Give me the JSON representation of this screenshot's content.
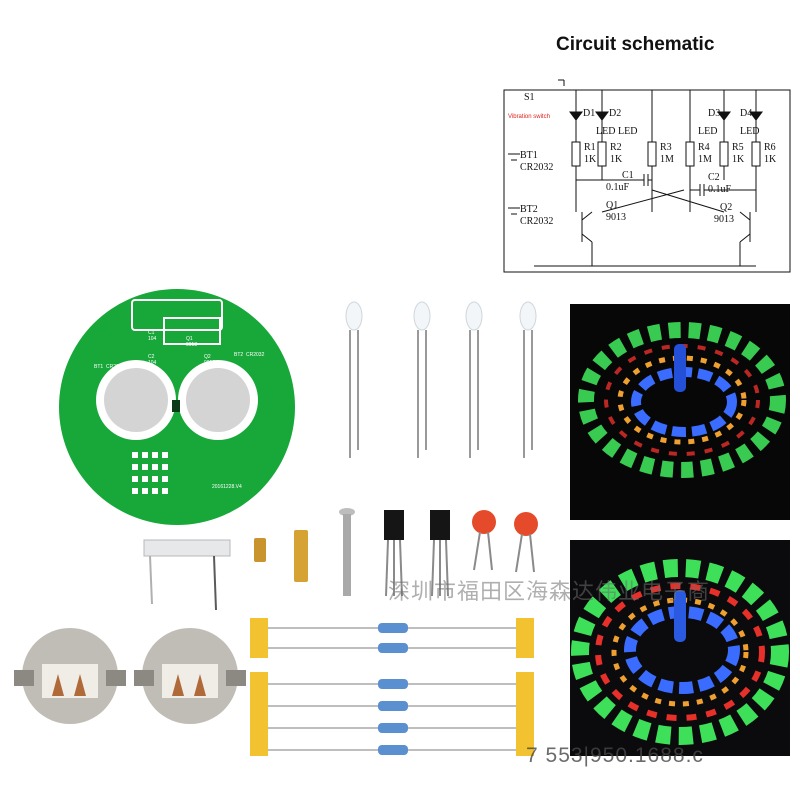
{
  "schematic": {
    "title": "Circuit schematic",
    "labels": {
      "s1": "S1",
      "vibration_switch": "Vibration switch",
      "d1": "D1",
      "d2": "D2",
      "d3": "D3",
      "d4": "D4",
      "led1": "LED",
      "led2": "LED",
      "led3": "LED",
      "led4": "LED",
      "r1": "R1",
      "r2": "R2",
      "r3": "R3",
      "r4": "R4",
      "r5": "R5",
      "r6": "R6",
      "r1_val": "1K",
      "r2_val": "1K",
      "r3_val": "1M",
      "r4_val": "1M",
      "r5_val": "1K",
      "r6_val": "1K",
      "c1": "C1",
      "c2": "C2",
      "c1_val": "0.1uF",
      "c2_val": "0.1uF",
      "q1": "Q1",
      "q2": "Q2",
      "q1_val": "9013",
      "q2_val": "9013",
      "bt1": "BT1",
      "bt2": "BT2",
      "bt1_val": "CR2032",
      "bt2_val": "CR2032"
    }
  },
  "pcb": {
    "bt1": "BT1",
    "bt1_model": "CR2032",
    "bt2": "BT2",
    "bt2_model": "CR2032",
    "q1": "Q1",
    "q2": "Q2",
    "q1_model": "9013",
    "q2_model": "9013",
    "c1": "C1",
    "c2": "C2",
    "c1_val": "104",
    "c2_val": "104",
    "date_code": "20161228.V4"
  },
  "watermarks": {
    "shop": "深圳市福田区海森达伟业电子商",
    "phone": "7 553|950.1688.c"
  },
  "colors": {
    "pcb_green": "#18a83a",
    "led_green": "#3ee05a",
    "led_blue": "#3a6cff",
    "led_red": "#e8302a",
    "led_orange": "#f0a030",
    "resistor_blue": "#5a8fd0",
    "tape_yellow": "#f2c230"
  }
}
